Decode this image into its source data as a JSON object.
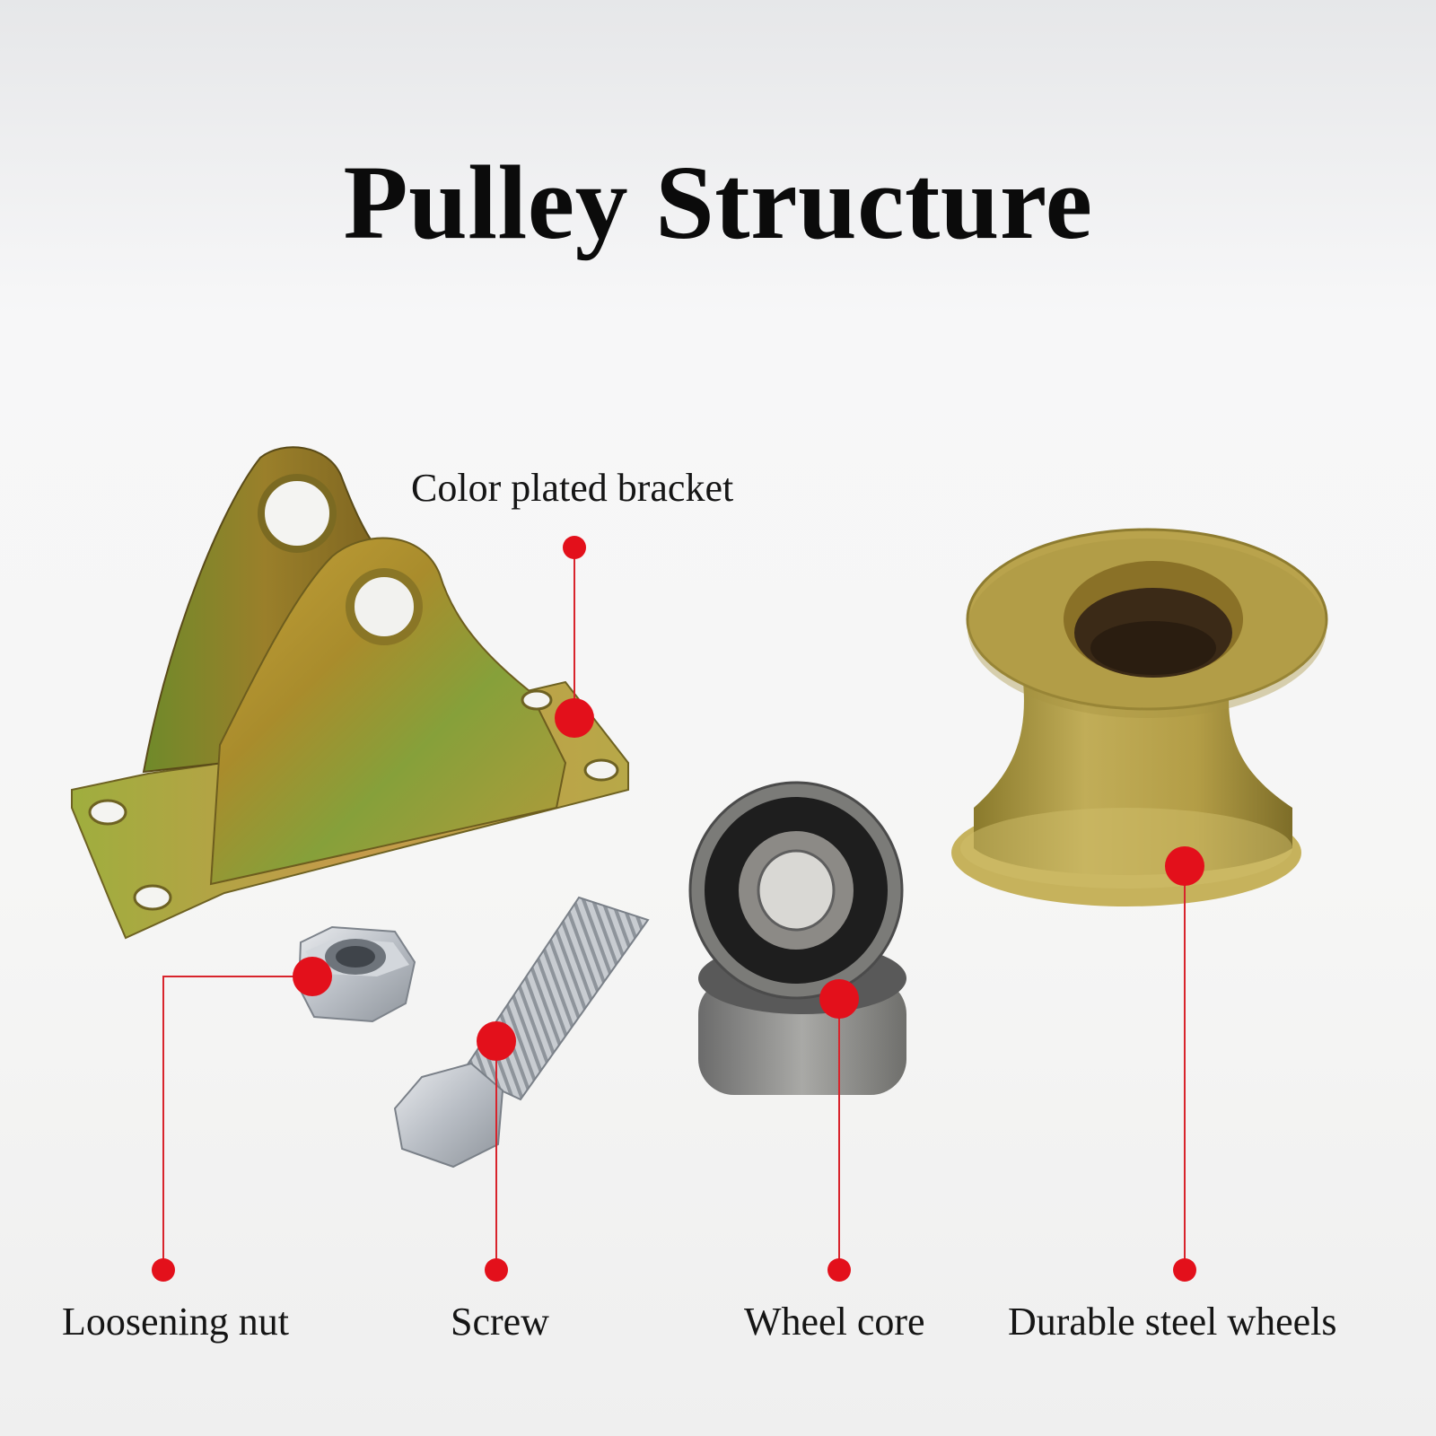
{
  "title": "Pulley Structure",
  "accent_color": "#e3101b",
  "parts": [
    {
      "label": "Color plated bracket"
    },
    {
      "label": "Loosening nut"
    },
    {
      "label": "Screw"
    },
    {
      "label": "Wheel core"
    },
    {
      "label": "Durable steel wheels"
    }
  ]
}
